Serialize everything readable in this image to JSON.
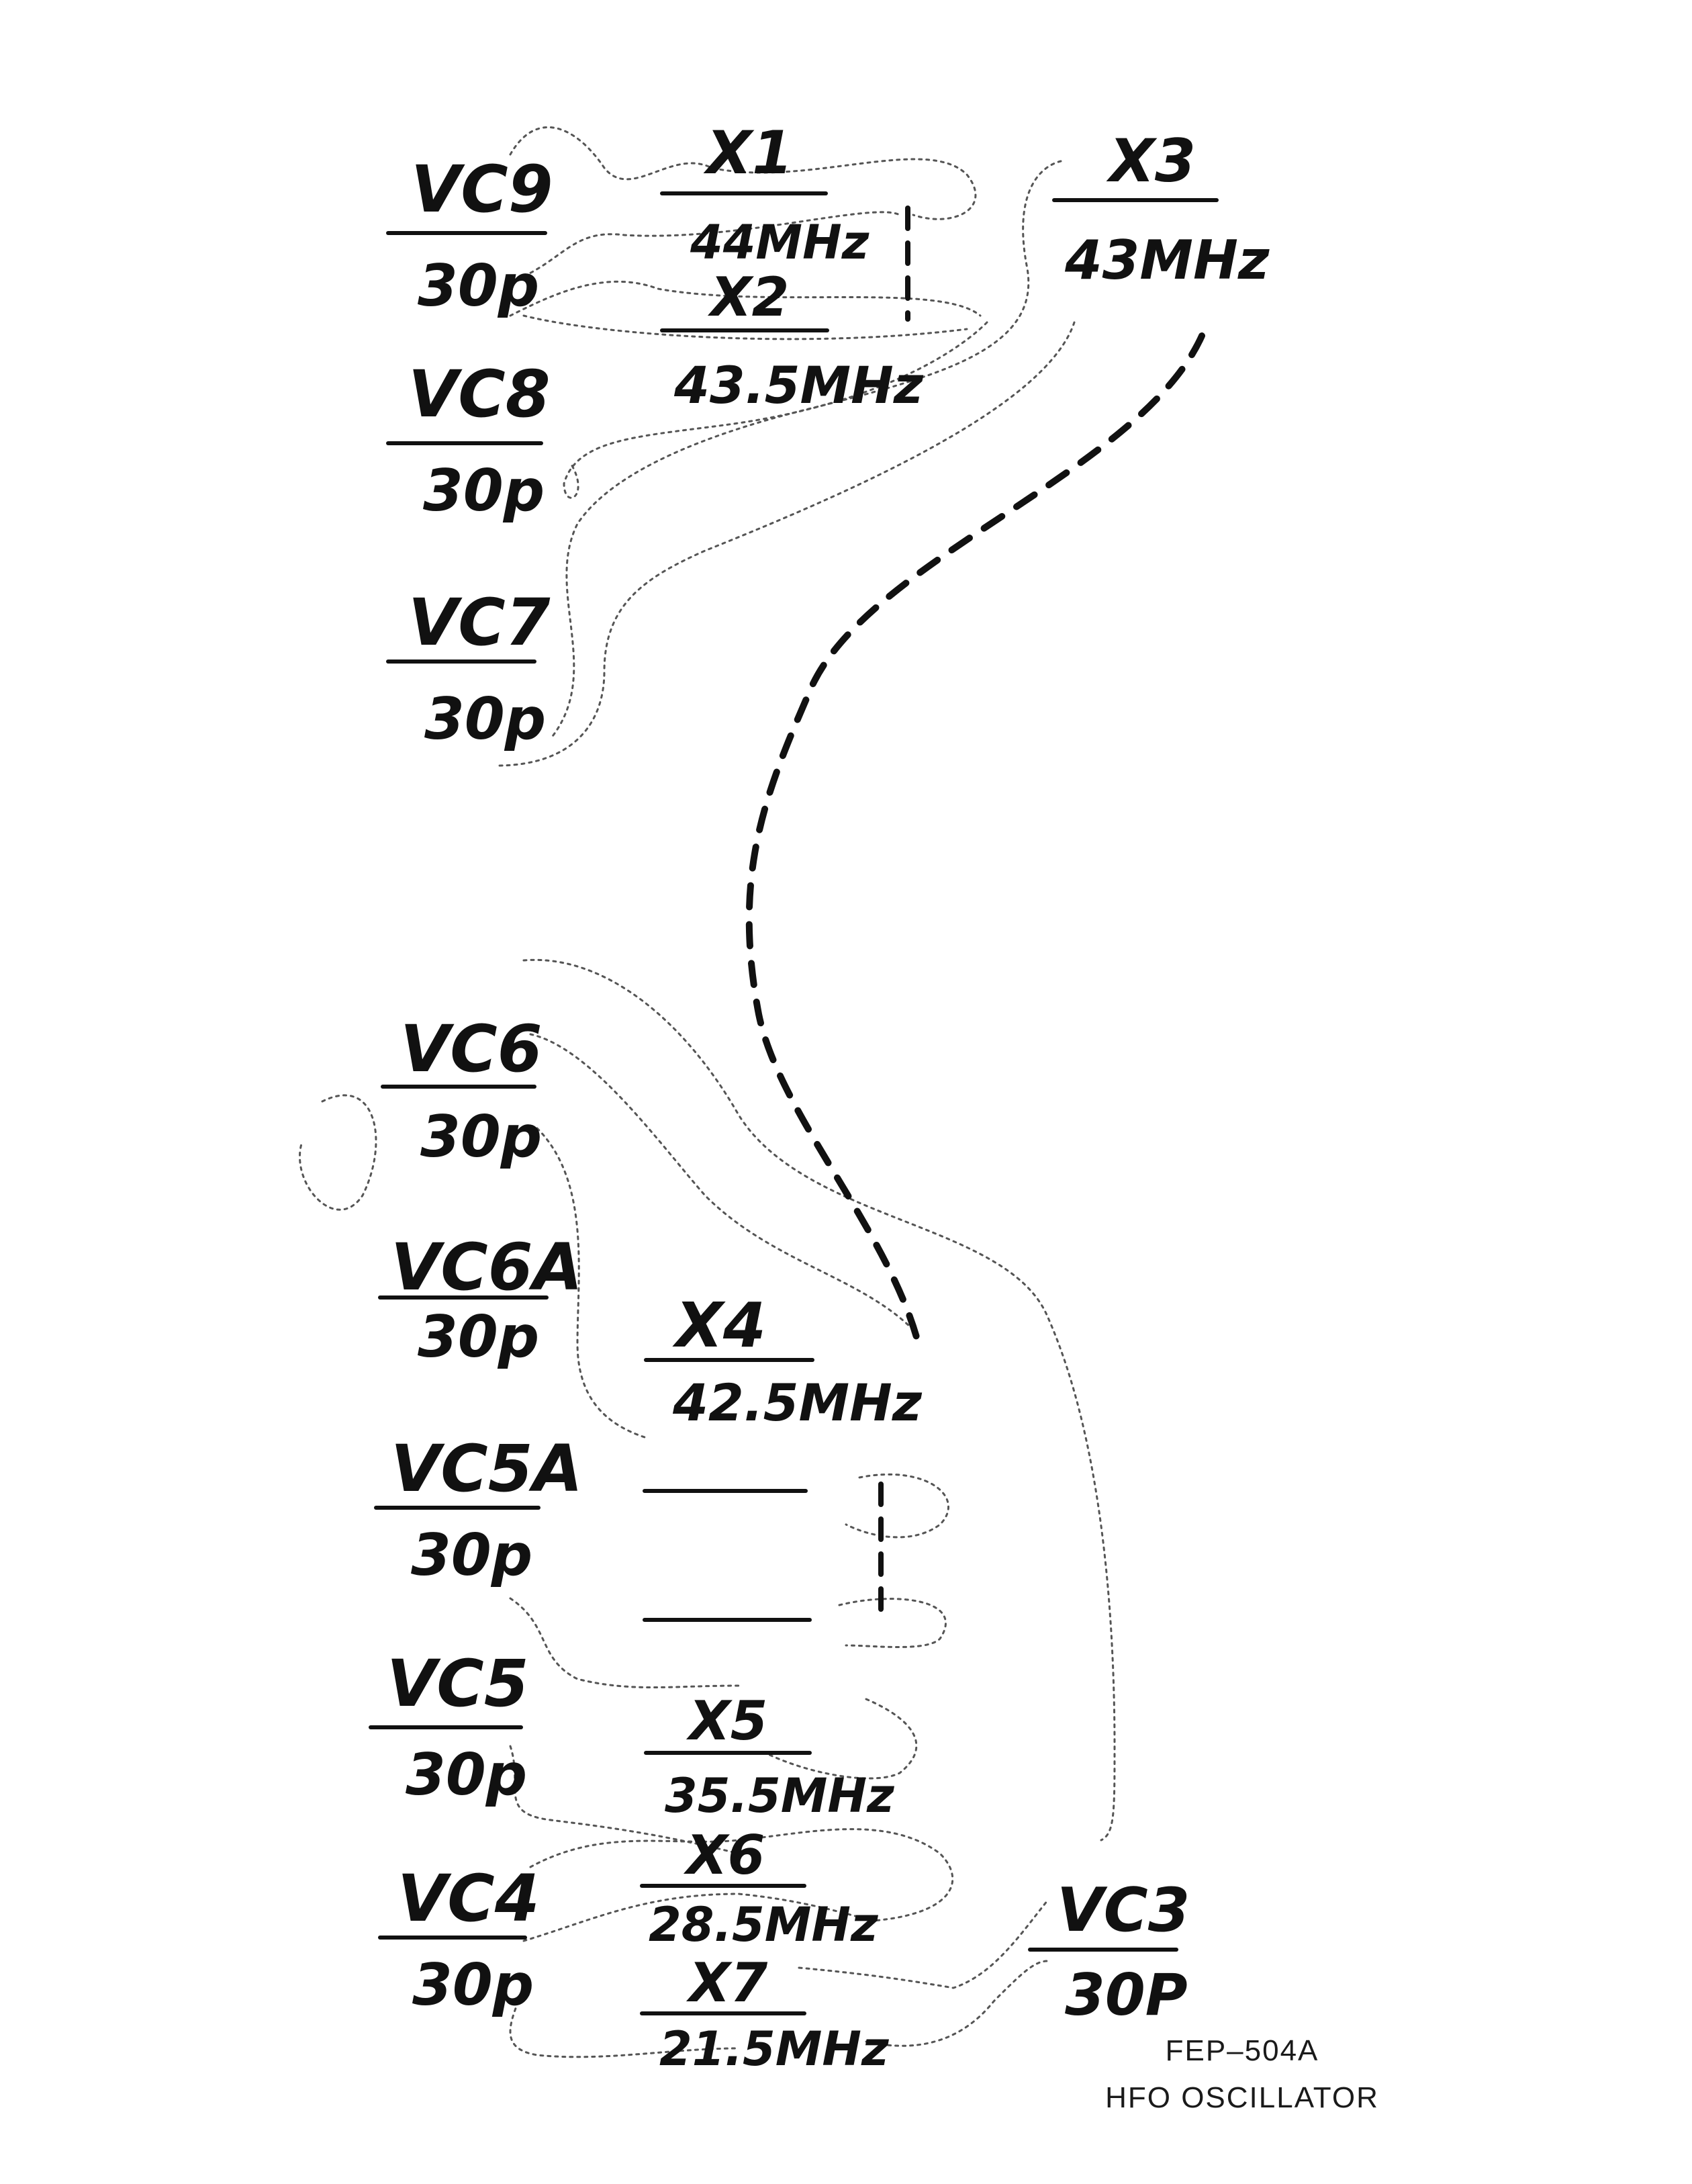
{
  "capacitors": {
    "vc9": {
      "name": "VC9",
      "value": "30p"
    },
    "vc8": {
      "name": "VC8",
      "value": "30p"
    },
    "vc7": {
      "name": "VC7",
      "value": "30p"
    },
    "vc6": {
      "name": "VC6",
      "value": "30p"
    },
    "vc6a": {
      "name": "VC6A",
      "value": "30p"
    },
    "vc5a": {
      "name": "VC5A",
      "value": "30p"
    },
    "vc5": {
      "name": "VC5",
      "value": "30p"
    },
    "vc4": {
      "name": "VC4",
      "value": "30p"
    },
    "vc3": {
      "name": "VC3",
      "value": "30P"
    }
  },
  "crystals": {
    "x1": {
      "name": "X1",
      "freq": "44MHz"
    },
    "x2": {
      "name": "X2",
      "freq": "43.5MHz"
    },
    "x3": {
      "name": "X3",
      "freq": "43MHz"
    },
    "x4": {
      "name": "X4",
      "freq": "42.5MHz"
    },
    "x5": {
      "name": "X5",
      "freq": "35.5MHz"
    },
    "x6": {
      "name": "X6",
      "freq": "28.5MHz"
    },
    "x7": {
      "name": "X7",
      "freq": "21.5MHz"
    }
  },
  "caption": {
    "model": "FEP–504A",
    "title": "HFO OSCILLATOR"
  }
}
